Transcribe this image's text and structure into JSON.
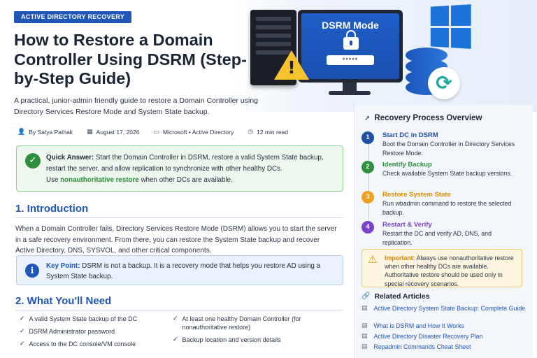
{
  "badge": "ACTIVE DIRECTORY RECOVERY",
  "title": "How to Restore a Domain Controller Using DSRM (Step-by-Step Guide)",
  "subtitle": "A practical, junior-admin friendly guide to restore a Domain Controller using Directory Services Restore Mode and System State backup.",
  "hero": {
    "screen_title": "DSRM Mode",
    "password_mask": "*****",
    "warning_mark": "!"
  },
  "meta": {
    "author": "By Satya Pathak",
    "date": "August 17, 2026",
    "category": "Microsoft • Active Directory",
    "read_time": "12 min read",
    "icons": [
      "person-icon",
      "calendar-icon",
      "folder-icon",
      "clock-icon"
    ]
  },
  "quick_answer": {
    "label": "Quick Answer:",
    "text": " Start the Domain Controller in DSRM, restore a valid System State backup, restart the server, and allow replication to synchronize with other healthy DCs.",
    "line2_pre": "Use ",
    "line2_highlight": "nonauthoritative restore",
    "line2_post": " when other DCs are available."
  },
  "intro": {
    "heading": "1. Introduction",
    "text": "When a Domain Controller fails, Directory Services Restore Mode (DSRM) allows you to start the server in a safe recovery environment. From there, you can restore the System State backup and recover Active Directory, DNS, SYSVOL, and other critical components."
  },
  "key_point": {
    "label": "Key Point:",
    "text": " DSRM is not a backup. It is a recovery mode that helps you restore AD using a System State backup."
  },
  "need": {
    "heading": "2. What You'll Need",
    "col1": [
      "A valid System State backup of the DC",
      "DSRM Administrator password",
      "Access to the DC console/VM console"
    ],
    "col2": [
      "At least one healthy Domain Controller (for nonauthoritative restore)",
      "Backup location and version details"
    ]
  },
  "panel": {
    "title": "Recovery Process Overview",
    "steps": [
      {
        "num": "1",
        "title": "Start DC in DSRM",
        "desc": "Boot the Domain Controller in Directory Services Restore Mode.",
        "color": "#1f4fa8"
      },
      {
        "num": "2",
        "title": "Identify Backup",
        "desc": "Check available System State backup versions.",
        "color": "#2f8f3e"
      },
      {
        "num": "3",
        "title": "Restore System State",
        "desc": "Run wbadmin command to restore the selected backup.",
        "color": "#f0a020"
      },
      {
        "num": "4",
        "title": "Restart & Verify",
        "desc": "Restart the DC and verify AD, DNS, and replication.",
        "color": "#7a44c8"
      }
    ],
    "important": {
      "label": "Important:",
      "text": " Always use nonauthoritative restore when other healthy DCs are available. Authoritative restore should be used only in special recovery scenarios."
    },
    "related_title": "Related Articles",
    "related": [
      "Active Directory System State Backup: Complete Guide",
      "What is DSRM and How It Works",
      "Active Directory Disaster Recovery Plan",
      "Repadmin Commands Cheat Sheet"
    ]
  }
}
